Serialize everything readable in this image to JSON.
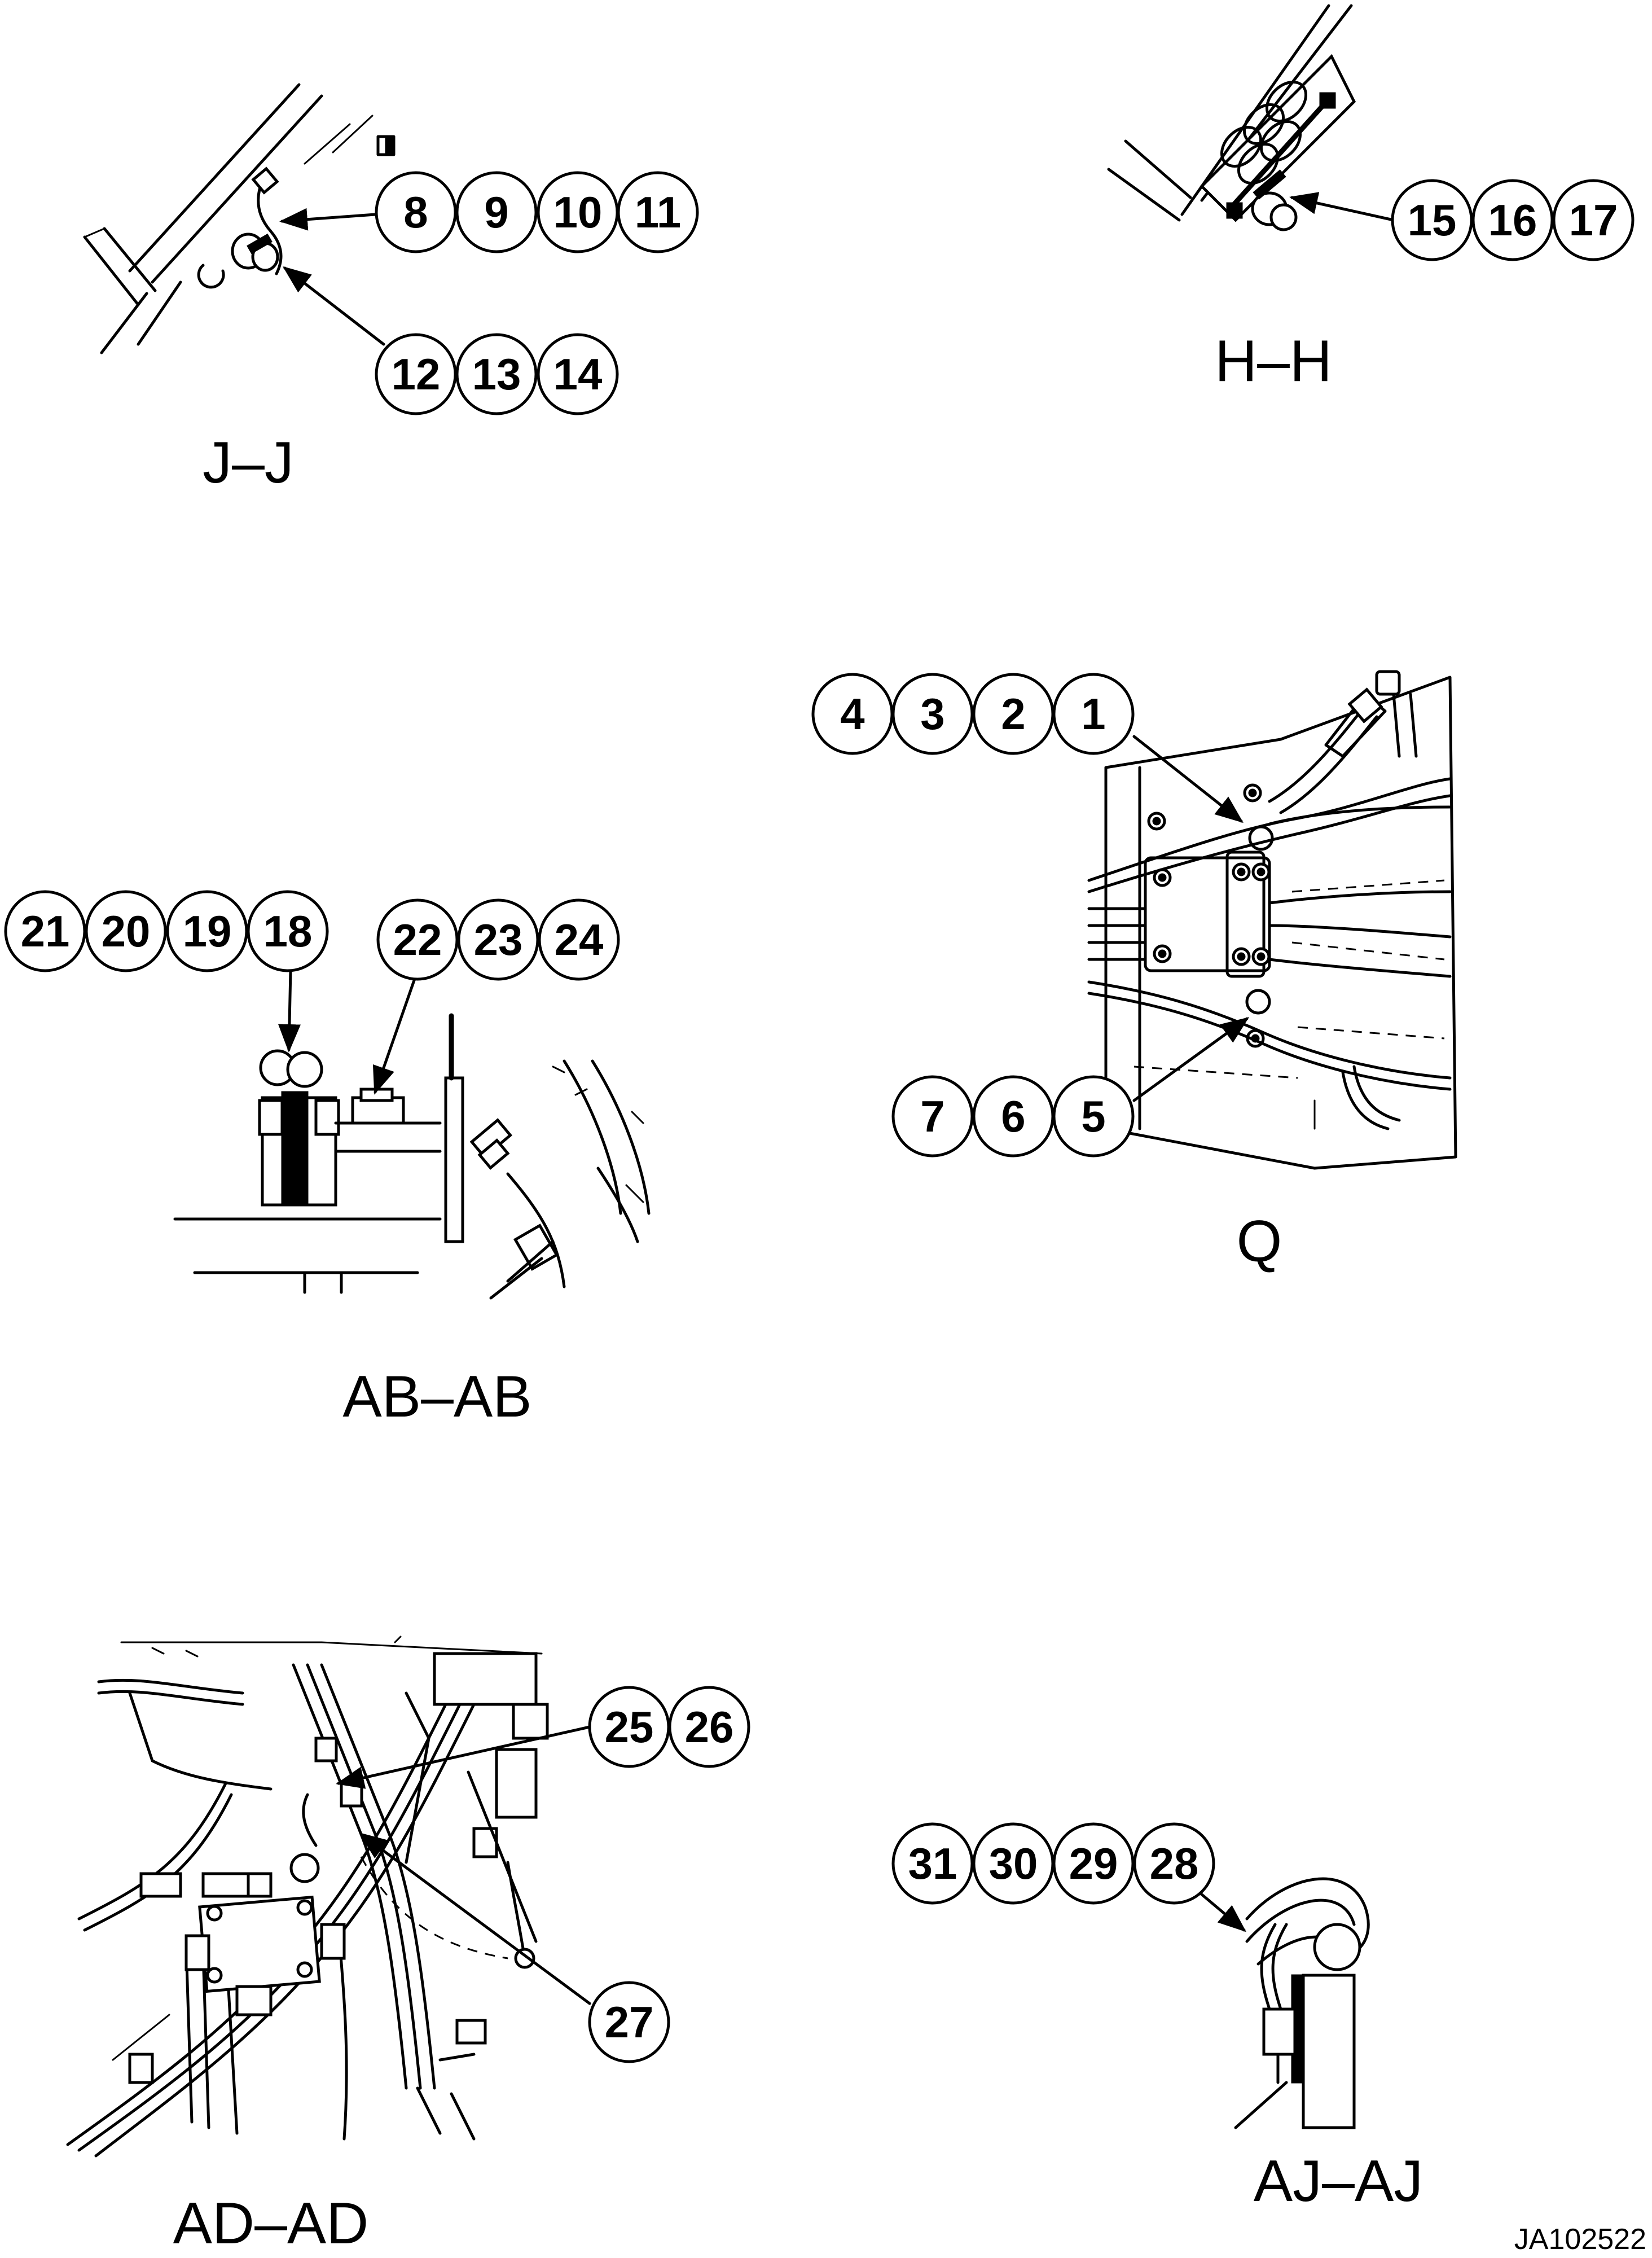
{
  "views": {
    "jj": {
      "label": "J–J",
      "callout_group_a": [
        "8",
        "9",
        "10",
        "11"
      ],
      "callout_group_b": [
        "12",
        "13",
        "14"
      ]
    },
    "hh": {
      "label": "H–H",
      "callout_group_a": [
        "15",
        "16",
        "17"
      ]
    },
    "q": {
      "label": "Q",
      "callout_group_a": [
        "4",
        "3",
        "2",
        "1"
      ],
      "callout_group_b": [
        "7",
        "6",
        "5"
      ]
    },
    "abab": {
      "label": "AB–AB",
      "callout_group_a": [
        "21",
        "20",
        "19",
        "18"
      ],
      "callout_group_b": [
        "22",
        "23",
        "24"
      ]
    },
    "adad": {
      "label": "AD–AD",
      "callout_group_a": [
        "25",
        "26"
      ],
      "callout_group_b": [
        "27"
      ]
    },
    "ajaj": {
      "label": "AJ–AJ",
      "callout_group_a": [
        "31",
        "30",
        "29",
        "28"
      ]
    }
  },
  "document_id": "JA102522",
  "colors": {
    "line": "#000000",
    "background": "#ffffff"
  }
}
